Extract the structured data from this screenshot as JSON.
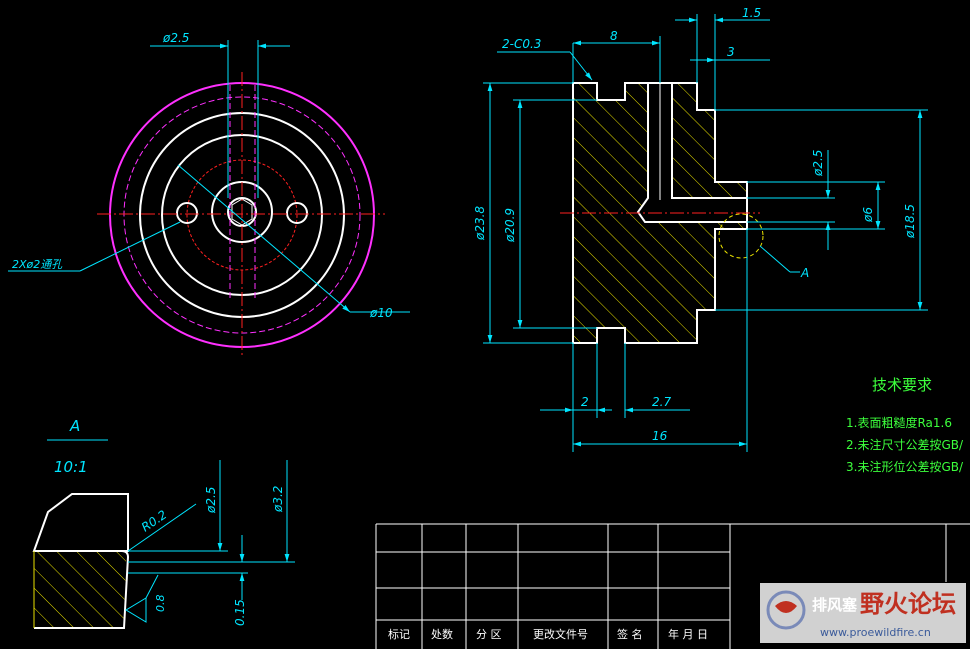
{
  "front_view": {
    "dim_slot_width": "ø2.5",
    "note_holes": "2Xø2通孔",
    "dim_center_circle": "ø10"
  },
  "section_view": {
    "dim_chamfer": "2-C0.3",
    "dim_8": "8",
    "dim_1_5": "1.5",
    "dim_3": "3",
    "dim_outer_dia": "ø23.8",
    "dim_inner_dia": "ø20.9",
    "dim_hole_dia": "ø2.5",
    "dim_boss_dia": "ø6",
    "dim_body_dia": "ø18.5",
    "detail_ref": "A",
    "dim_2": "2",
    "dim_2_7": "2.7",
    "dim_16": "16"
  },
  "detail_view": {
    "label": "A",
    "scale": "10:1",
    "dim_radius": "R0.2",
    "dim_dia_2_5": "ø2.5",
    "dim_dia_3_2": "ø3.2",
    "dim_0_15": "0.15",
    "roughness": "0.8"
  },
  "tech_requirements": {
    "title": "技术要求",
    "items": [
      "1.表面粗糙度Ra1.6",
      "2.未注尺寸公差按GB/",
      "3.未注形位公差按GB/"
    ]
  },
  "title_block": {
    "headers": [
      "标记",
      "处数",
      "分 区",
      "更改文件号",
      "签 名",
      "年 月 日"
    ],
    "part_name": "排风塞"
  },
  "watermark": {
    "text": "野火论坛",
    "url": "www.proewildfire.cn"
  }
}
